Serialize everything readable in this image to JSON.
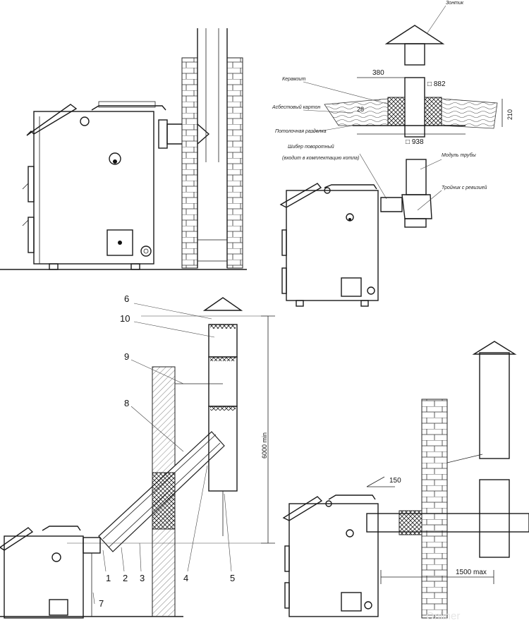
{
  "labels_top_right": {
    "umbrella": "Зонтик",
    "expanded_clay": "Керамзит",
    "asbestos_cardboard": "Асбестовый картон",
    "ceiling_cut": "Потолочная разделка",
    "rotary_damper": "Шибер поворотный",
    "rotary_damper_note": "(входит в комплектацию котла)",
    "pipe_module": "Модуль трубы",
    "tee_with_revision": "Тройник с ревизией"
  },
  "dimensions_top_right": {
    "width_380": "380",
    "square_882": "□ 882",
    "height_210": "210",
    "thickness_28": "28",
    "square_938": "□ 938"
  },
  "callouts_bottom_left": [
    "1",
    "2",
    "3",
    "4",
    "5",
    "6",
    "7",
    "8",
    "9",
    "10"
  ],
  "dimensions_bottom_left": {
    "height_min": "6000 min"
  },
  "dimensions_bottom_right": {
    "angle": "150",
    "max_distance": "1500 max"
  },
  "watermark": "Onliner"
}
